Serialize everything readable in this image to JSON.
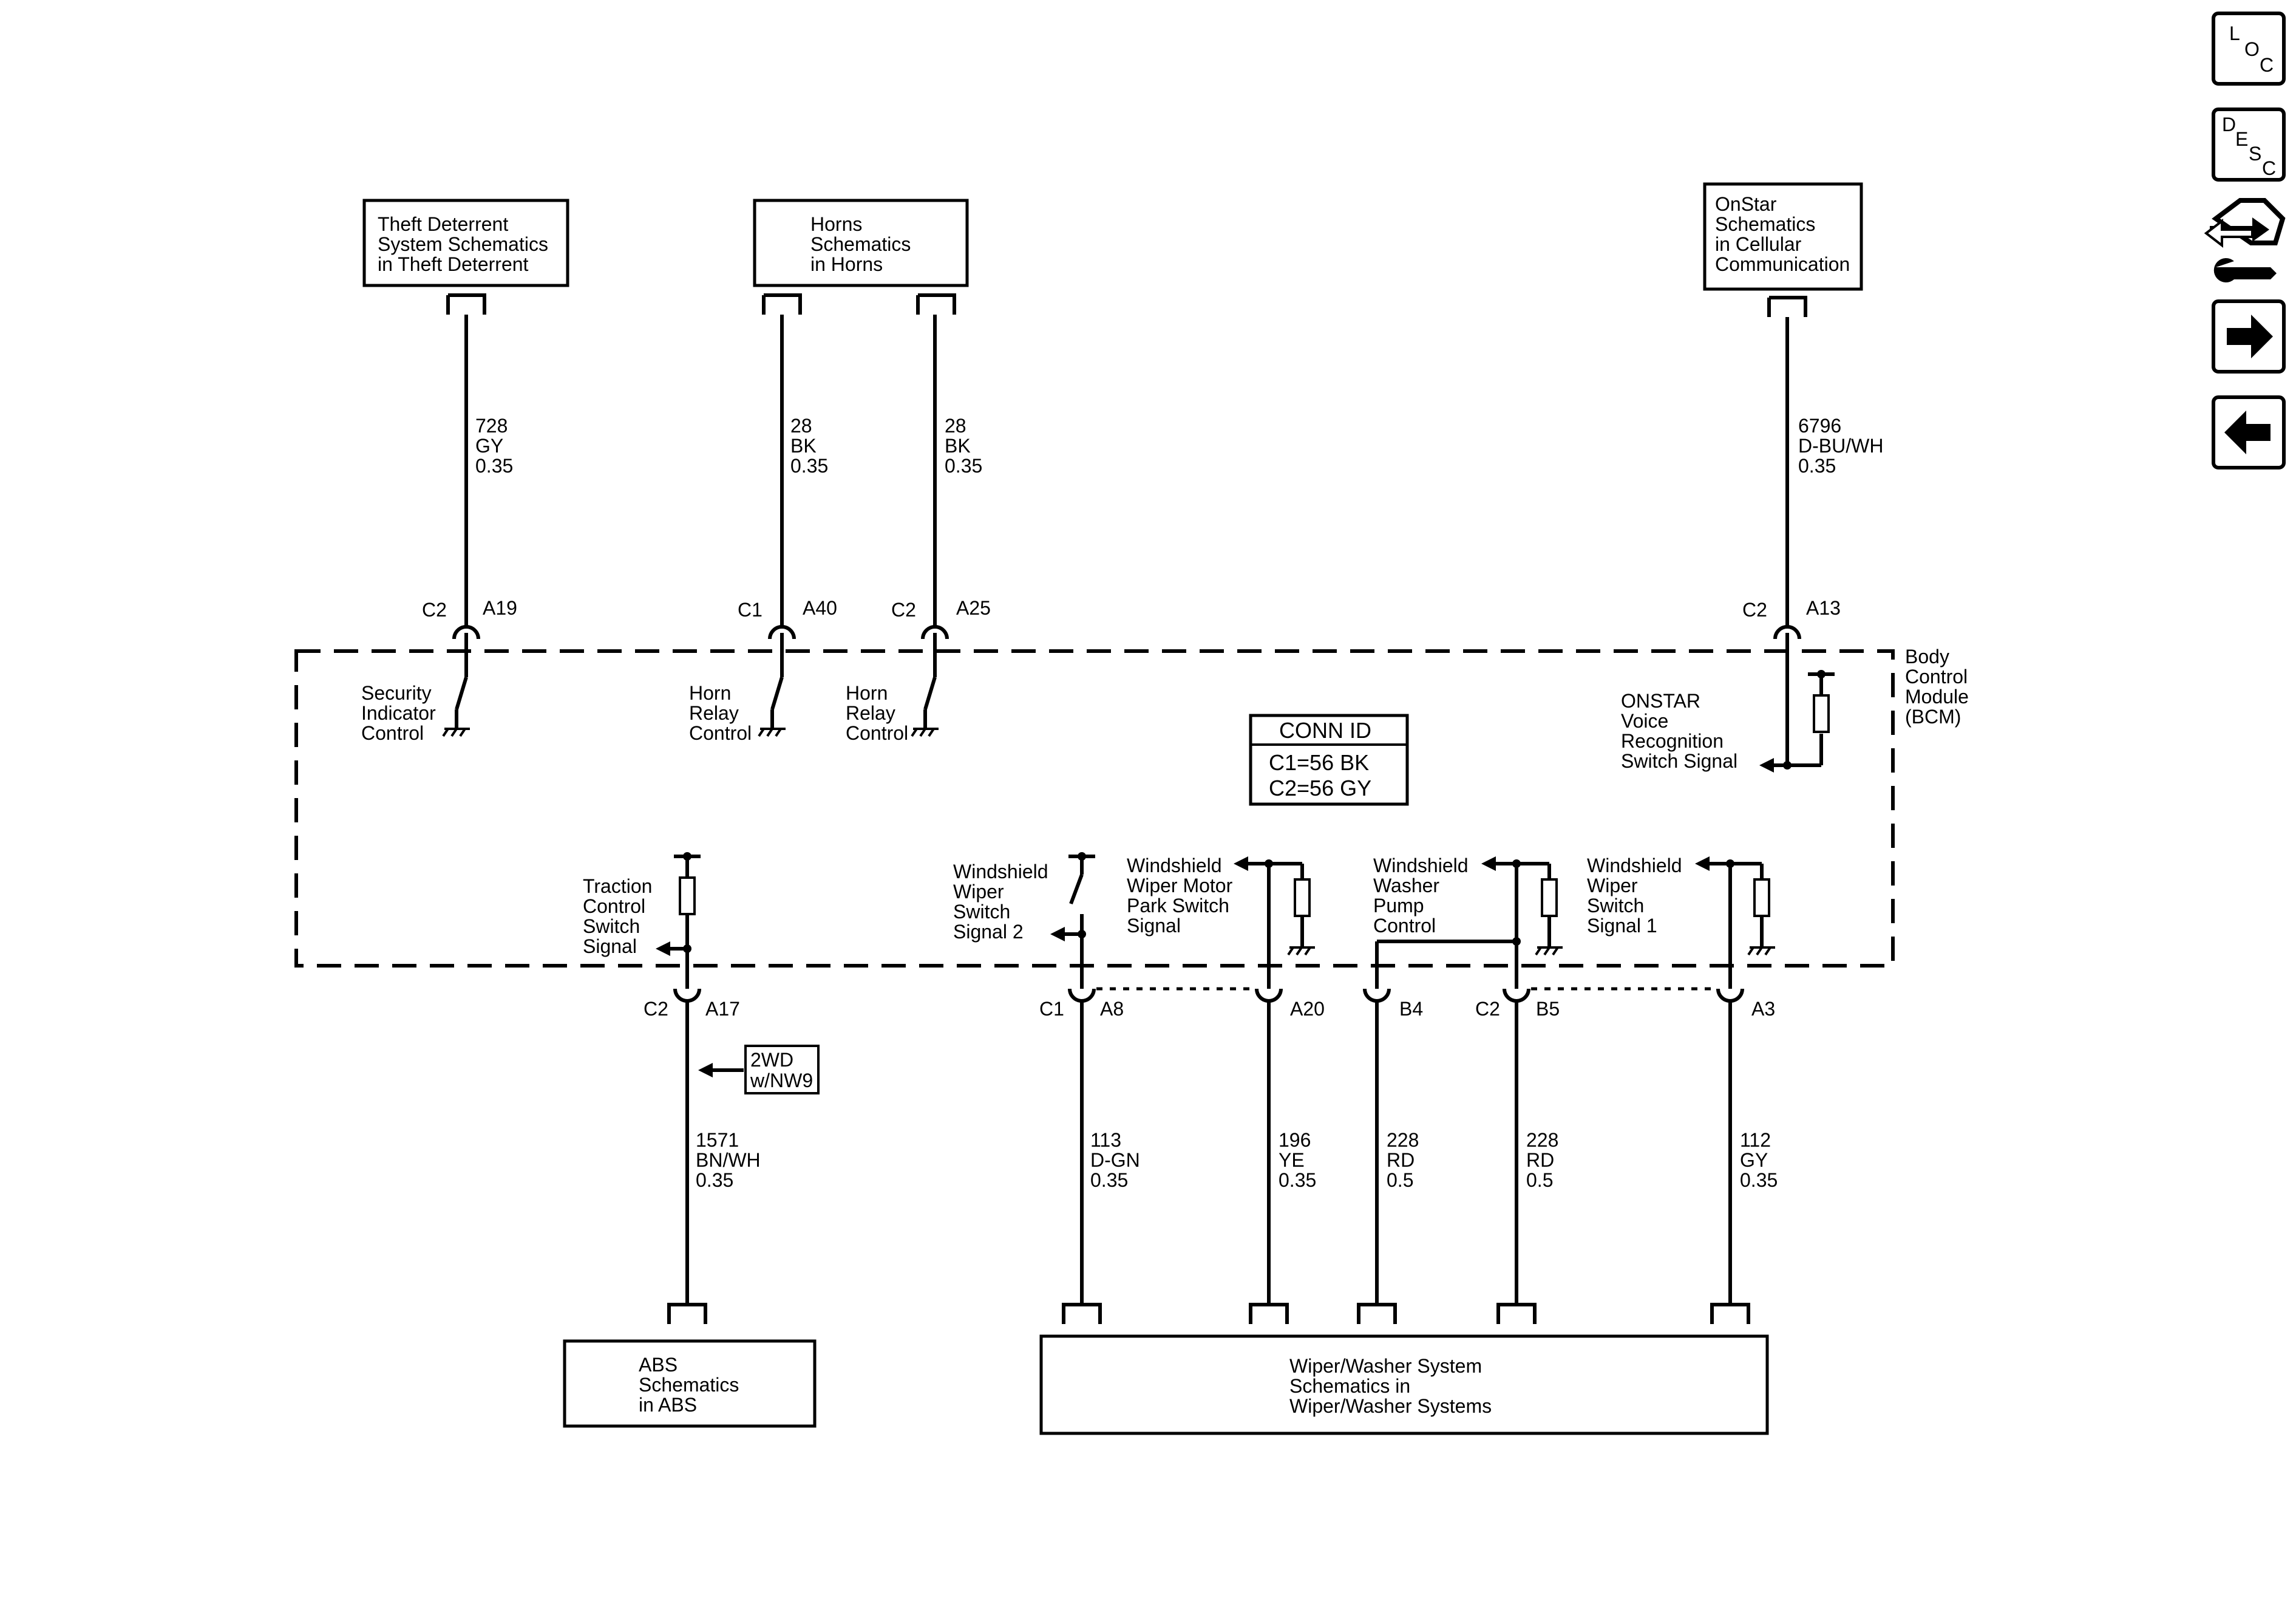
{
  "header_boxes": {
    "theft": [
      "Theft Deterrent",
      "System Schematics",
      "in Theft Deterrent"
    ],
    "horns": [
      "Horns",
      "Schematics",
      "in Horns"
    ],
    "onstar": [
      "OnStar",
      "Schematics",
      "in Cellular",
      "Communication"
    ]
  },
  "footer_boxes": {
    "abs": [
      "ABS",
      "Schematics",
      "in ABS"
    ],
    "wiper": [
      "Wiper/Washer System",
      "Schematics in",
      "Wiper/Washer Systems"
    ]
  },
  "module": {
    "label": [
      "Body",
      "Control",
      "Module",
      "(BCM)"
    ],
    "conn_id_title": "CONN ID",
    "conn_id_lines": [
      "C1=56 BK",
      "C2=56 GY"
    ]
  },
  "top_wires": [
    {
      "circuit": "728",
      "color": "GY",
      "gauge": "0.35",
      "connector": "C2",
      "pin": "A19",
      "function": [
        "Security",
        "Indicator",
        "Control"
      ]
    },
    {
      "circuit": "28",
      "color": "BK",
      "gauge": "0.35",
      "connector": "C1",
      "pin": "A40",
      "function": [
        "Horn",
        "Relay",
        "Control"
      ]
    },
    {
      "circuit": "28",
      "color": "BK",
      "gauge": "0.35",
      "connector": "C2",
      "pin": "A25",
      "function": [
        "Horn",
        "Relay",
        "Control"
      ]
    },
    {
      "circuit": "6796",
      "color": "D-BU/WH",
      "gauge": "0.35",
      "connector": "C2",
      "pin": "A13",
      "function": [
        "ONSTAR",
        "Voice",
        "Recognition",
        "Switch Signal"
      ]
    }
  ],
  "bottom_wires": [
    {
      "circuit": "1571",
      "color": "BN/WH",
      "gauge": "0.35",
      "connector": "C2",
      "pin": "A17",
      "function": [
        "Traction",
        "Control",
        "Switch",
        "Signal"
      ]
    },
    {
      "circuit": "113",
      "color": "D-GN",
      "gauge": "0.35",
      "connector": "C1",
      "pin": "A8",
      "function": [
        "Windshield",
        "Wiper",
        "Switch",
        "Signal 2"
      ]
    },
    {
      "circuit": "196",
      "color": "YE",
      "gauge": "0.35",
      "connector": "",
      "pin": "A20",
      "function": [
        "Windshield",
        "Wiper Motor",
        "Park Switch",
        "Signal"
      ]
    },
    {
      "circuit": "228",
      "color": "RD",
      "gauge": "0.5",
      "connector": "",
      "pin": "B4",
      "function": [
        "Windshield",
        "Washer",
        "Pump",
        "Control"
      ]
    },
    {
      "circuit": "228",
      "color": "RD",
      "gauge": "0.5",
      "connector": "C2",
      "pin": "B5",
      "function": []
    },
    {
      "circuit": "112",
      "color": "GY",
      "gauge": "0.35",
      "connector": "",
      "pin": "A3",
      "function": [
        "Windshield",
        "Wiper",
        "Switch",
        "Signal 1"
      ]
    }
  ],
  "option_tag": [
    "2WD",
    "w/NW9"
  ],
  "nav": {
    "loc": [
      "L",
      "O",
      "C"
    ],
    "desc": [
      "D",
      "E",
      "S",
      "C"
    ],
    "next_icon": "arrow-right-icon",
    "prev_icon": "arrow-left-icon",
    "diag_icon": "diagnostic-connector-icon"
  }
}
